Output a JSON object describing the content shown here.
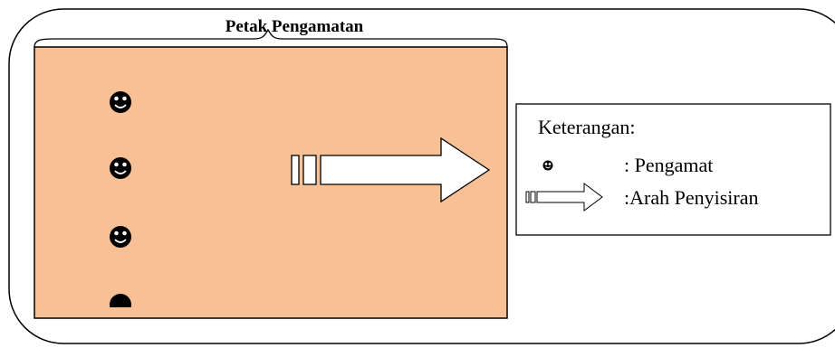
{
  "figure": {
    "title": "Petak Pengamatan",
    "plot_fill": "#F8C095",
    "outline_color": "#000000",
    "observers": [
      {
        "icon": "smiley-icon"
      },
      {
        "icon": "smiley-icon"
      },
      {
        "icon": "smiley-icon"
      },
      {
        "icon": "smiley-icon",
        "partial": true
      }
    ],
    "sweep_arrow": {
      "icon": "striped-arrow-icon",
      "direction": "right"
    }
  },
  "legend": {
    "heading": "Keterangan:",
    "items": [
      {
        "icon": "smiley-icon",
        "label": ": Pengamat"
      },
      {
        "icon": "striped-arrow-icon",
        "label": ":Arah Penyisiran"
      }
    ]
  }
}
